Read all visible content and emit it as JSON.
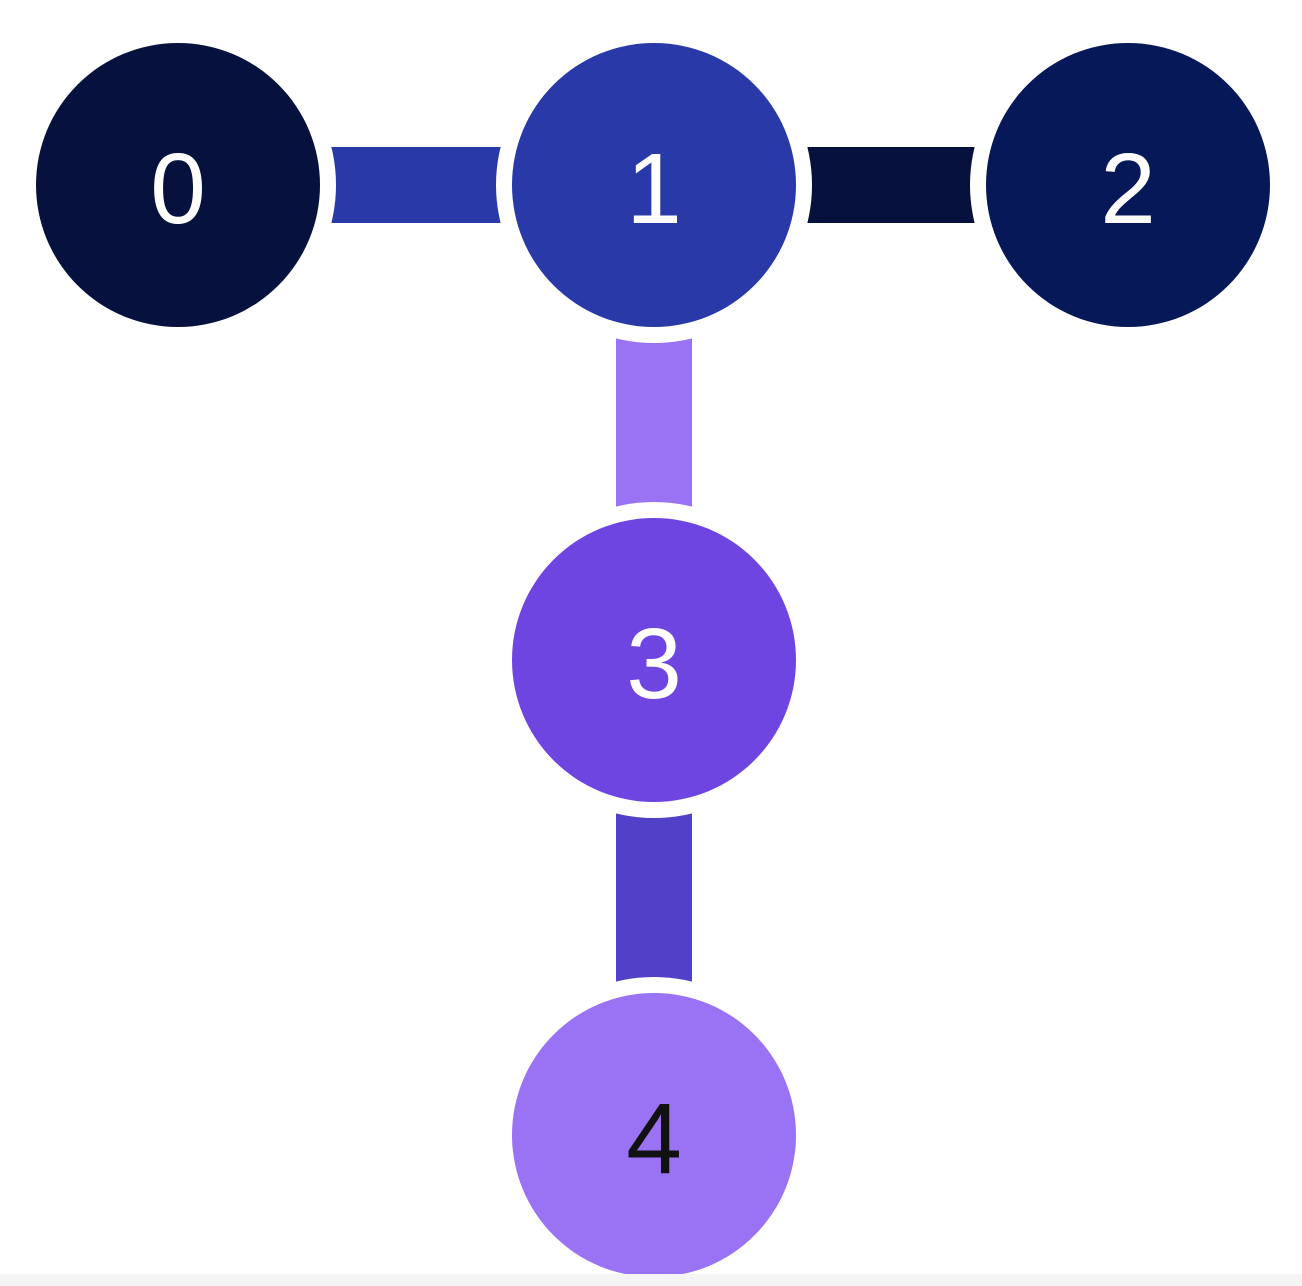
{
  "diagram": {
    "type": "coupling-map",
    "nodes": [
      {
        "id": 0,
        "label": "0",
        "fill": "#06113d",
        "text_color": "#ffffff"
      },
      {
        "id": 1,
        "label": "1",
        "fill": "#293aa8",
        "text_color": "#ffffff"
      },
      {
        "id": 2,
        "label": "2",
        "fill": "#061858",
        "text_color": "#ffffff"
      },
      {
        "id": 3,
        "label": "3",
        "fill": "#6f45e2",
        "text_color": "#ffffff"
      },
      {
        "id": 4,
        "label": "4",
        "fill": "#9a72f4",
        "text_color": "#111111"
      }
    ],
    "edges": [
      {
        "source": 0,
        "target": 1,
        "color": "#293aa8"
      },
      {
        "source": 1,
        "target": 2,
        "color": "#06113d"
      },
      {
        "source": 1,
        "target": 3,
        "color": "#9a72f4"
      },
      {
        "source": 3,
        "target": 4,
        "color": "#5041c8"
      }
    ]
  }
}
